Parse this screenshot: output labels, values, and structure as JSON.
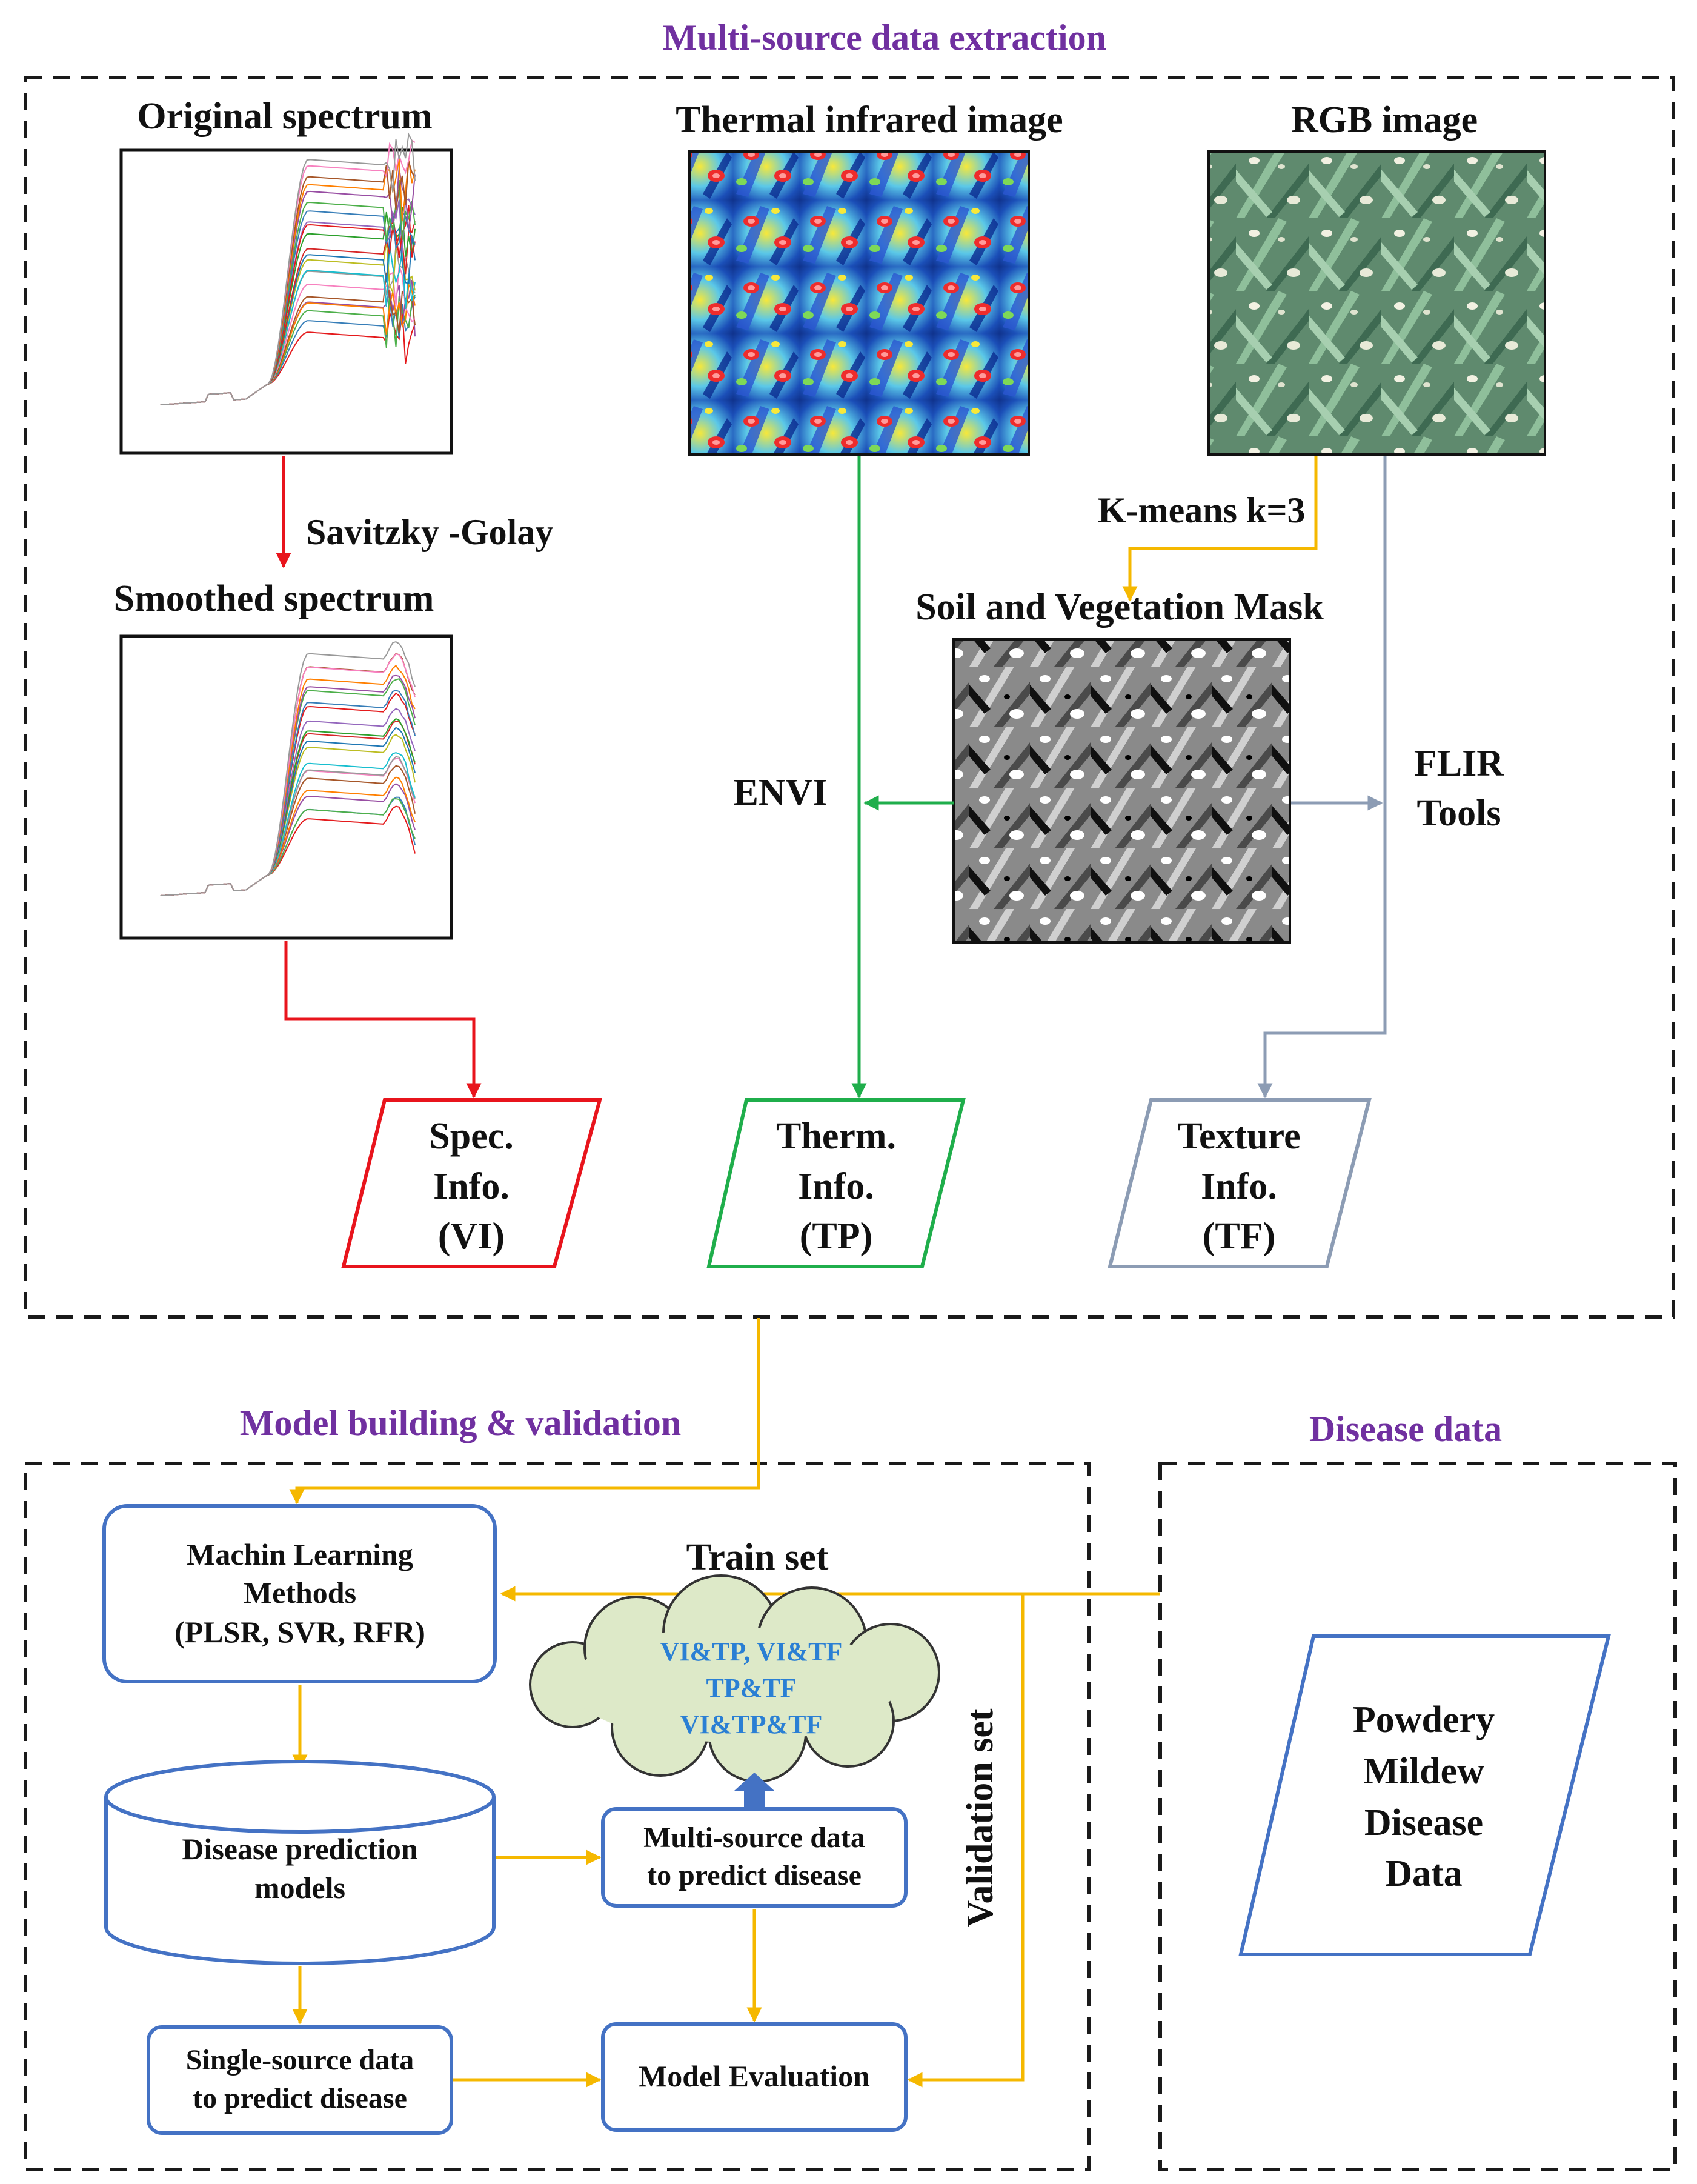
{
  "sections": {
    "extraction_title": "Multi-source data extraction",
    "model_title": "Model building & validation",
    "disease_title": "Disease data"
  },
  "images": {
    "original_spectrum": "Original spectrum",
    "smoothed_spectrum": "Smoothed spectrum",
    "thermal": "Thermal infrared image",
    "rgb": "RGB image",
    "mask": "Soil and Vegetation Mask"
  },
  "steps": {
    "savitzky": "Savitzky -Golay",
    "kmeans": "K-means k=3",
    "envi": "ENVI",
    "flir_1": "FLIR",
    "flir_2": "Tools"
  },
  "outputs": {
    "spec": [
      "Spec.",
      "Info.",
      "(VI)"
    ],
    "therm": [
      "Therm.",
      "Info.",
      "(TP)"
    ],
    "texture": [
      "Texture",
      "Info.",
      "(TF)"
    ]
  },
  "model": {
    "ml": [
      "Machin Learning",
      "Methods",
      "(PLSR, SVR, RFR)"
    ],
    "cloud": [
      "VI&TP, VI&TF",
      "TP&TF",
      "VI&TP&TF"
    ],
    "db": [
      "Disease prediction",
      "models"
    ],
    "multi": [
      "Multi-source data",
      "to predict disease"
    ],
    "single": [
      "Single-source data",
      "to predict disease"
    ],
    "eval": "Model Evaluation",
    "train": "Train set",
    "validation": "Validation set"
  },
  "disease": [
    "Powdery",
    "Mildew",
    "Disease",
    "Data"
  ],
  "colors": {
    "section_title": "#7030a0",
    "spectral_red": "#e8141c",
    "thermal_green": "#1fae4b",
    "texture_grey": "#8c9cb4",
    "flow_yellow": "#f5b800",
    "box_blue": "#4472c4",
    "cloud_fill": "#dde9c8",
    "cloud_text": "#2a7fd4"
  }
}
